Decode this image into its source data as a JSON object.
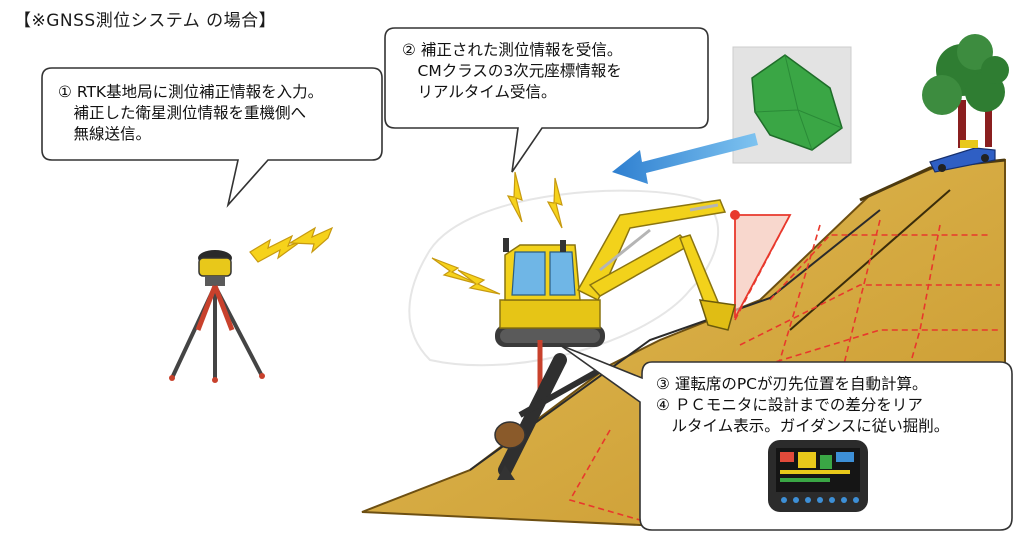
{
  "title": "【※GNSS測位システム の場合】",
  "callouts": [
    {
      "id": "1",
      "lines": [
        "① RTK基地局に測位補正情報を入力。",
        "　補正した衛星測位情報を重機側へ",
        "　無線送信。"
      ]
    },
    {
      "id": "2",
      "lines": [
        "② 補正された測位情報を受信。",
        "　CMクラスの3次元座標情報を",
        "　リアルタイム受信。"
      ]
    },
    {
      "id": "3",
      "lines": [
        "③ 運転席のPCが刃先位置を自動計算。",
        "④ ＰＣモニタに設計までの差分をリア",
        "　ルタイム表示。ガイダンスに従い掘削。"
      ]
    }
  ],
  "colors": {
    "soil": "#d9b24a",
    "soil_dark": "#b88a2a",
    "excavator": "#f2d21b",
    "arrow": "#3d8fd6",
    "design_grid": "#e8382c",
    "model": "#3aa645",
    "tree": "#2f7d32",
    "trunk": "#8a1f1f"
  },
  "icons": [
    "rtk-base-station-icon",
    "excavator-icon",
    "radio-signal-icon",
    "3d-model-icon",
    "pc-monitor-icon",
    "tree-icon",
    "survey-vehicle-icon"
  ]
}
